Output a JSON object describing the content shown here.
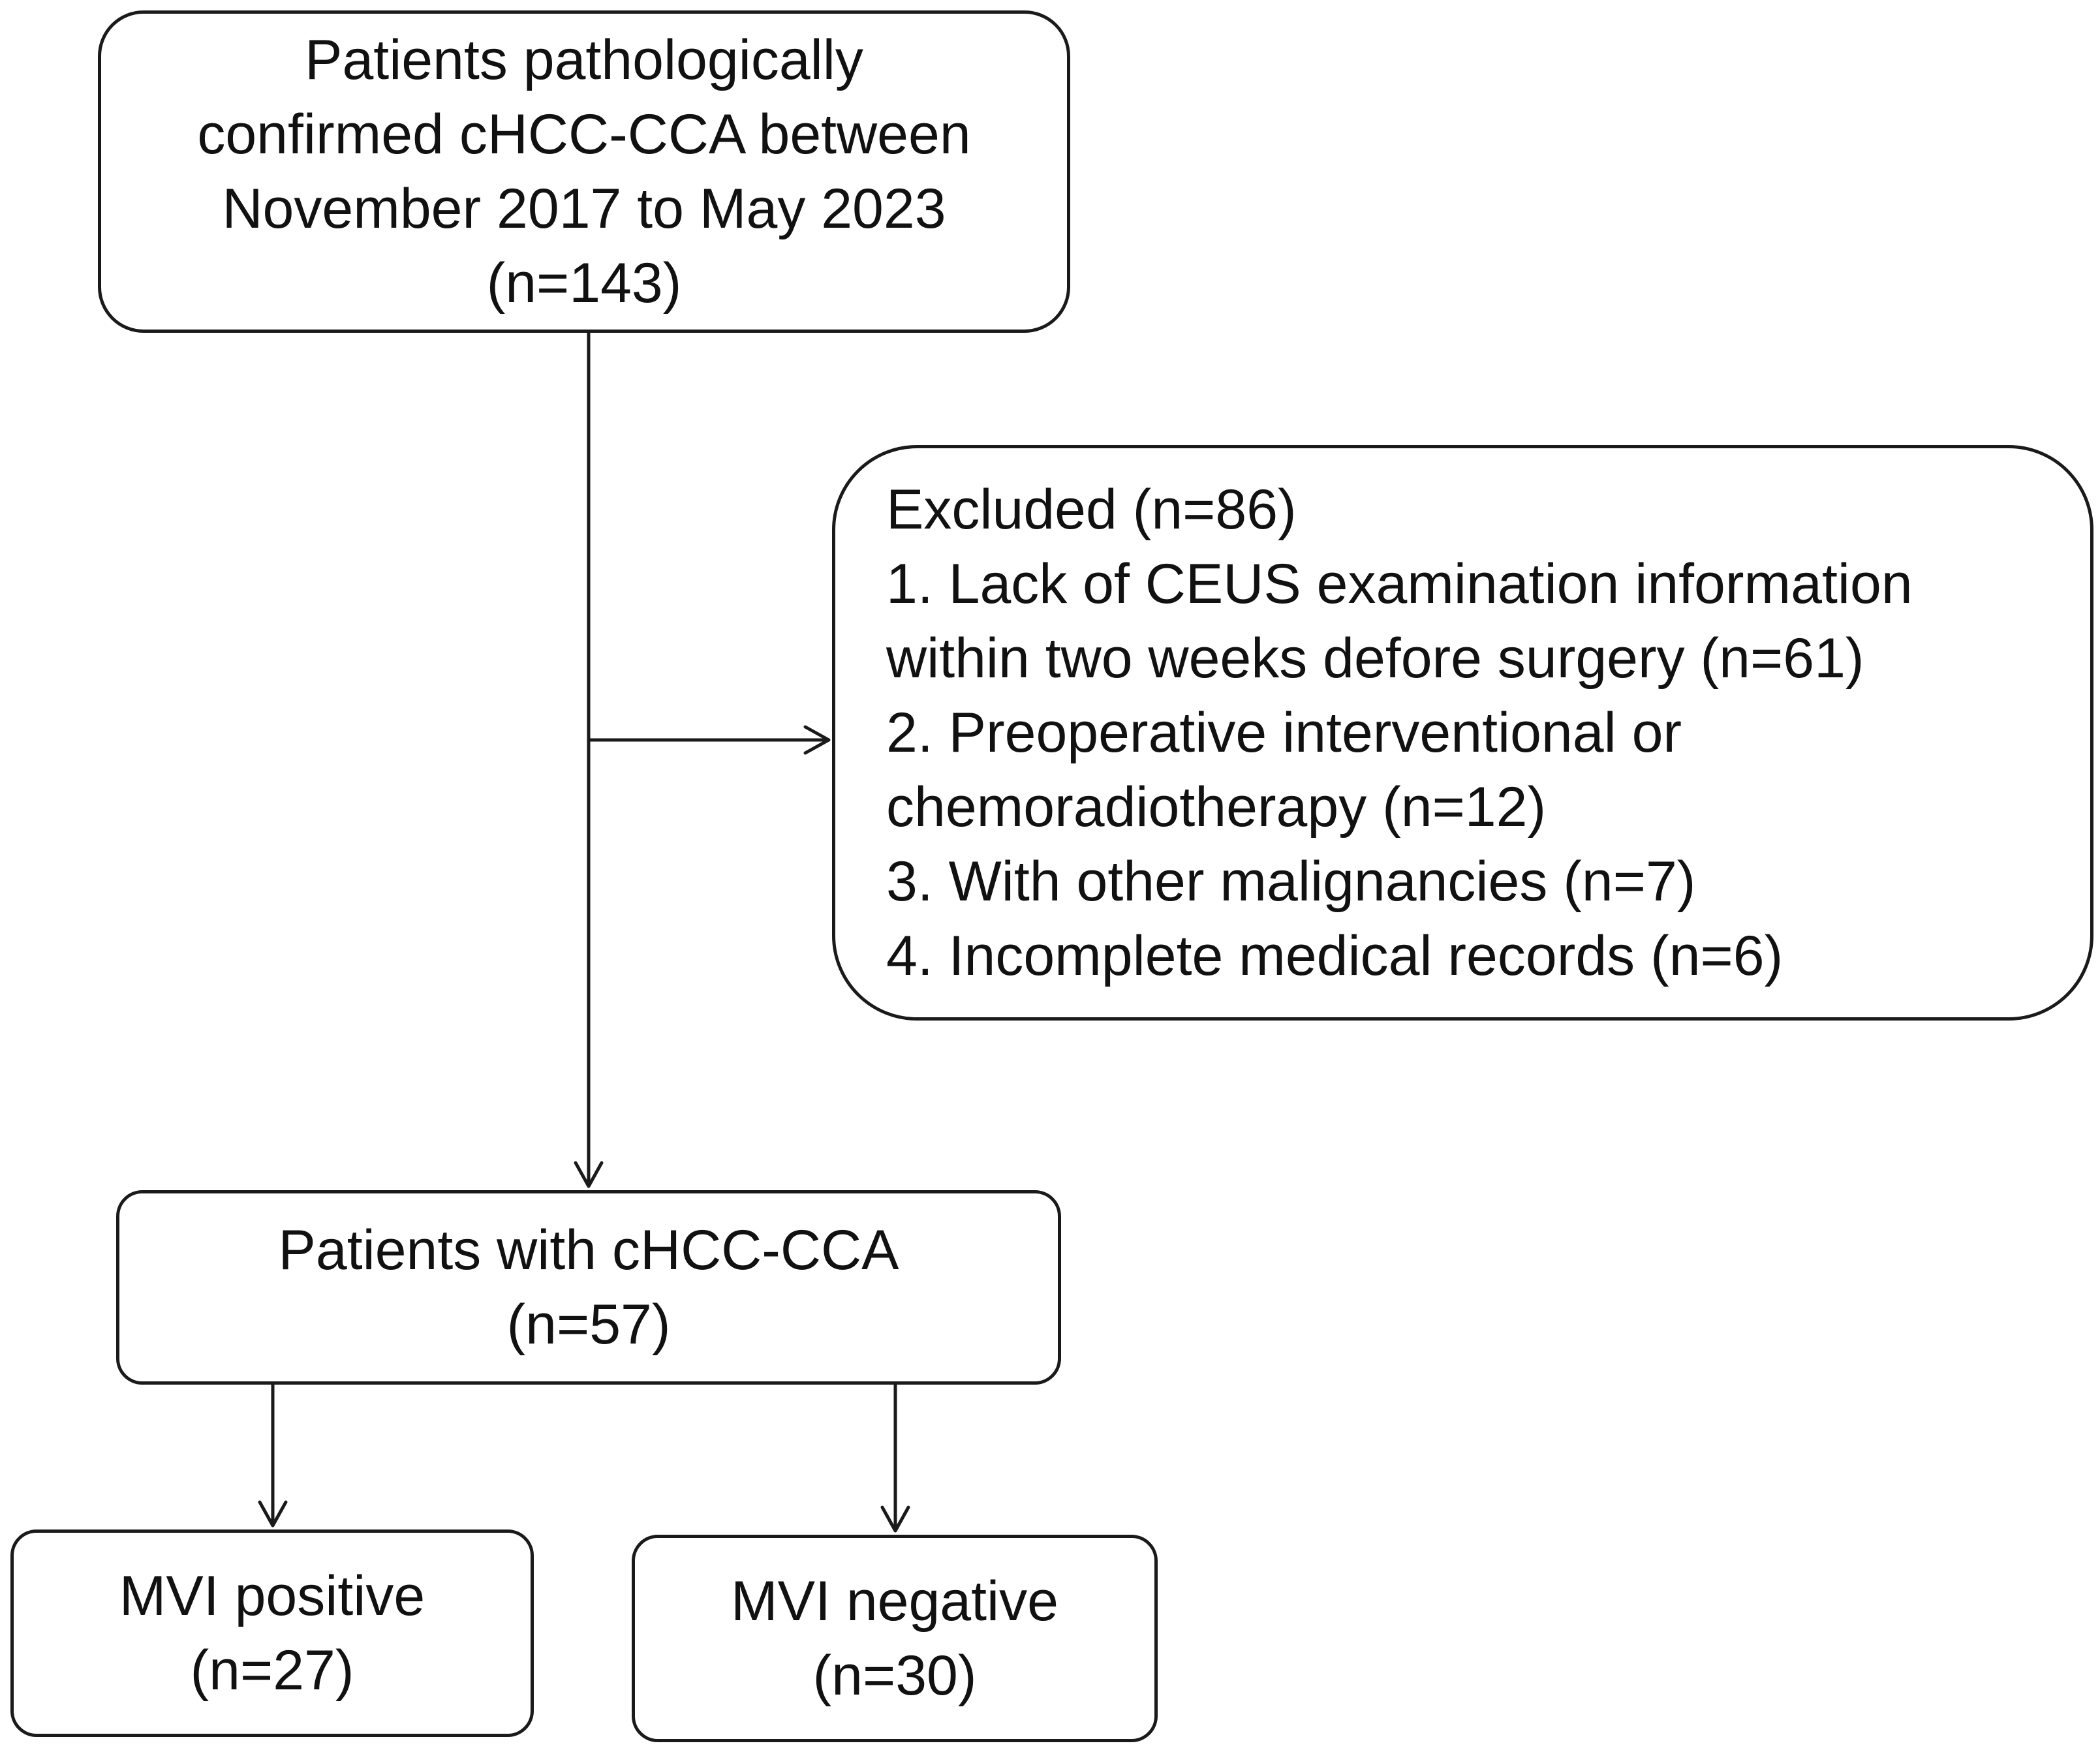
{
  "diagram": {
    "top_box": {
      "lines": [
        "Patients pathologically",
        "confirmed cHCC-CCA between",
        "November 2017 to  May 2023",
        "(n=143)"
      ]
    },
    "excluded_box": {
      "heading": "Excluded (n=86)",
      "lines": [
        "1. Lack of CEUS examination information",
        "within two weeks defore surgery (n=61)",
        "2. Preoperative interventional or",
        "chemoradiotherapy (n=12)",
        "3. With other malignancies (n=7)",
        "4. Incomplete medical records (n=6)"
      ]
    },
    "middle_box": {
      "lines": [
        "Patients with cHCC-CCA",
        "(n=57)"
      ]
    },
    "mvi_positive_box": {
      "lines": [
        "MVI positive",
        "(n=27)"
      ]
    },
    "mvi_negative_box": {
      "lines": [
        "MVI negative",
        "(n=30)"
      ]
    }
  }
}
